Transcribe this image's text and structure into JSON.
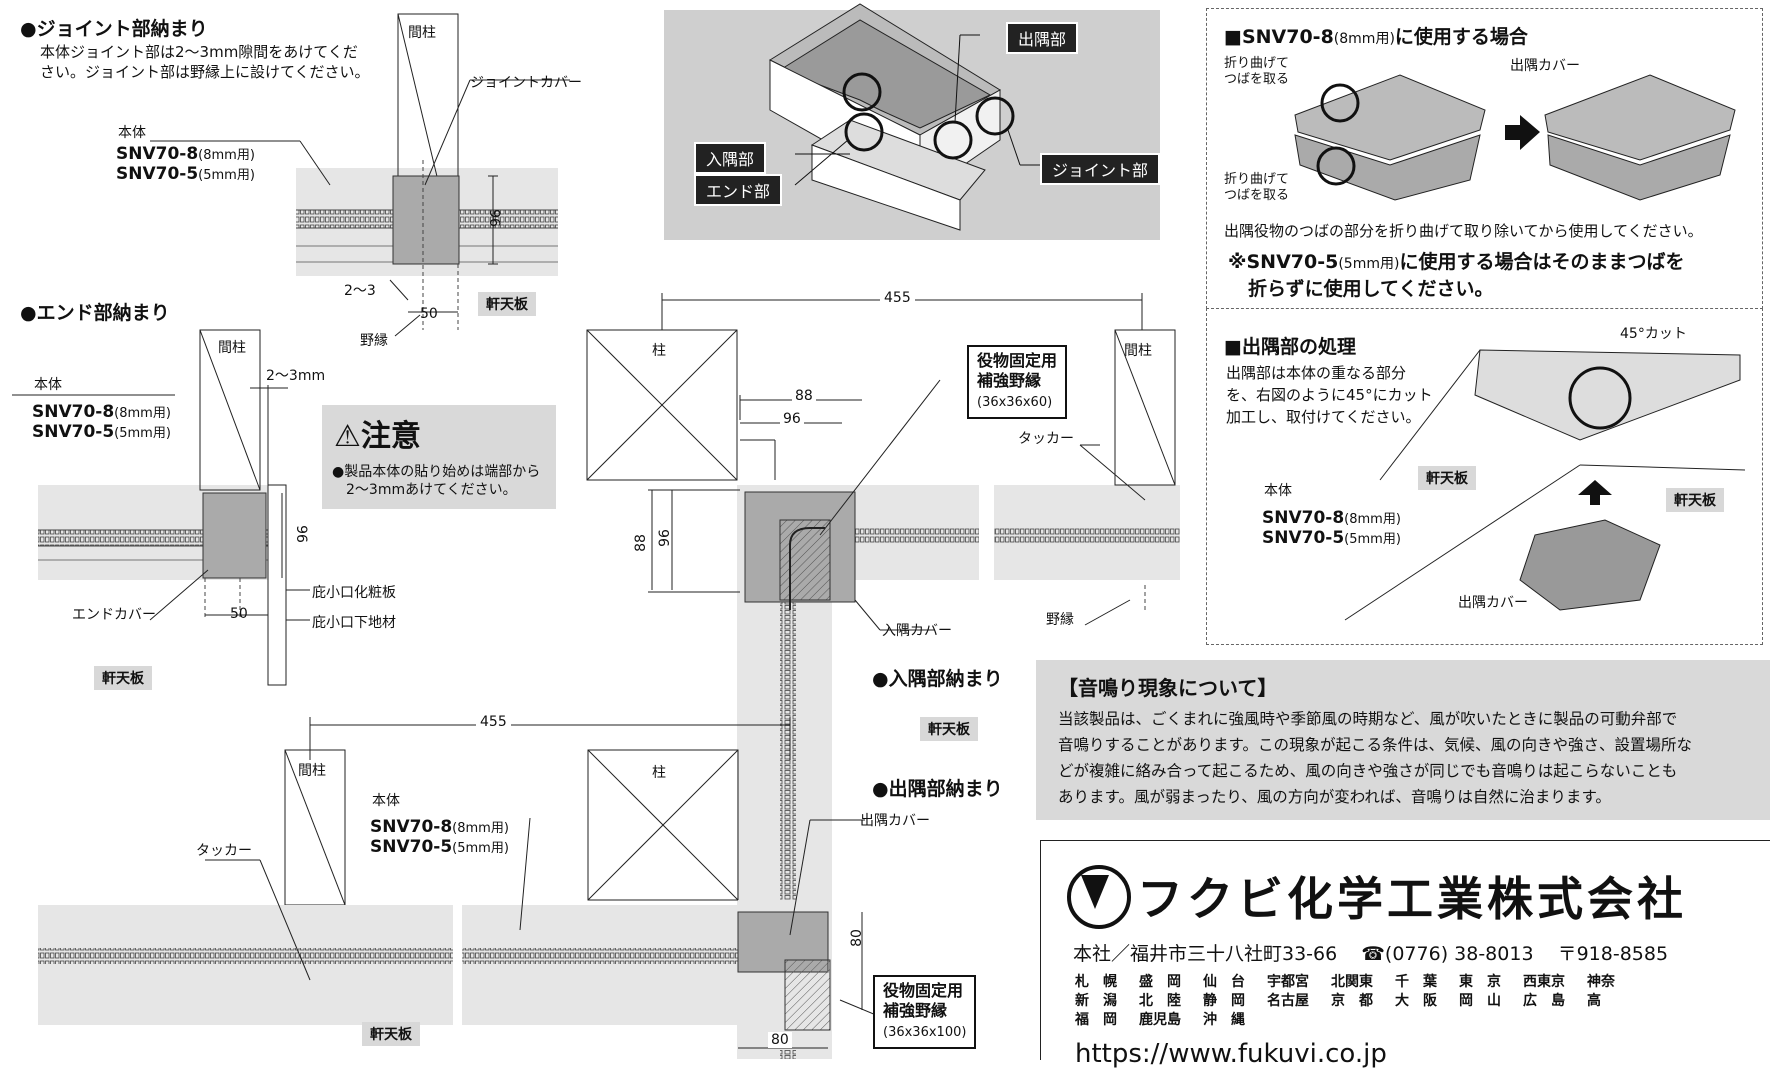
{
  "joint": {
    "title": "●ジョイント部納まり",
    "desc1": "本体ジョイント部は2〜3mm隙間をあけてくだ",
    "desc2": "さい。ジョイント部は野縁上に設けてください。",
    "label_mabashira": "間柱",
    "label_cover": "ジョイントカバー",
    "label_body": "本体",
    "dim_gap": "2〜3",
    "dim_50": "50",
    "dim_96": "96",
    "label_nobuchi": "野縁",
    "label_nokiten": "軒天板"
  },
  "models": {
    "m8": "SNV70-8",
    "m8_note": "(8mm用)",
    "m5": "SNV70-5",
    "m5_note": "(5mm用)"
  },
  "end": {
    "title": "●エンド部納まり",
    "label_mabashira": "間柱",
    "dim_gap": "2〜3mm",
    "label_body": "本体",
    "dim_96": "96",
    "dim_50": "50",
    "label_end_cover": "エンドカバー",
    "label_keshou": "庇小口化粧板",
    "label_shitaji": "庇小口下地材",
    "label_nokiten": "軒天板"
  },
  "caution": {
    "title": "⚠注意",
    "line1": "●製品本体の貼り始めは端部から",
    "line2": "2〜3mmあけてください。"
  },
  "iso": {
    "label_dezumi": "出隅部",
    "label_irizumi": "入隅部",
    "label_end": "エンド部",
    "label_joint": "ジョイント部"
  },
  "irizumi": {
    "dim_455": "455",
    "label_hashira": "柱",
    "dim_88h": "88",
    "dim_96h": "96",
    "dim_88v": "88",
    "dim_96v": "96",
    "box_title1": "役物固定用",
    "box_title2": "補強野縁",
    "box_size": "(36x36x60)",
    "label_mabashira": "間柱",
    "label_tacker": "タッカー",
    "label_nobuchi": "野縁",
    "label_cover": "入隅カバー",
    "title": "●入隅部納まり",
    "label_nokiten": "軒天板"
  },
  "dezumi": {
    "title": "●出隅部納まり",
    "dim_455": "455",
    "label_mabashira": "間柱",
    "label_hashira": "柱",
    "label_tacker": "タッカー",
    "label_body": "本体",
    "label_cover": "出隅カバー",
    "dim_80v": "80",
    "dim_80h": "80",
    "box_title1": "役物固定用",
    "box_title2": "補強野縁",
    "box_size": "(36x36x100)",
    "label_nokiten": "軒天板"
  },
  "panel1": {
    "title_model": "■SNV70-8",
    "title_note": "(8mm用)",
    "title_rest": "に使用する場合",
    "bend1a": "折り曲げて",
    "bend1b": "つばを取る",
    "bend2a": "折り曲げて",
    "bend2b": "つばを取る",
    "label_cover": "出隅カバー",
    "desc": "出隅役物のつばの部分を折り曲げて取り除いてから使用してください。",
    "note_prefix": "※",
    "note_model": "SNV70-5",
    "note_mm": "(5mm用)",
    "note_rest": "に使用する場合はそのままつばを",
    "note_line2": "折らずに使用してください。"
  },
  "panel2": {
    "title": "■出隅部の処理",
    "desc1": "出隅部は本体の重なる部分",
    "desc2": "を、右図のように45°にカット",
    "desc3": "加工し、取付けてください。",
    "label_cut": "45°カット",
    "label_nokiten1": "軒天板",
    "label_nokiten2": "軒天板",
    "label_body": "本体",
    "label_cover": "出隅カバー"
  },
  "noise": {
    "title": "【音鳴り現象について】",
    "line1": "当該製品は、ごくまれに強風時や季節風の時期など、風が吹いたときに製品の可動弁部で",
    "line2": "音鳴りすることがあります。この現象が起こる条件は、気候、風の向きや強さ、設置場所な",
    "line3": "どが複雑に絡み合って起こるため、風の向きや強さが同じでも音鳴りは起こらないことも",
    "line4": "あります。風が弱まったり、風の方向が変われば、音鳴りは自然に治まります。"
  },
  "company": {
    "name": "フクビ化学工業株式会社",
    "address": "本社／福井市三十八社町33-66",
    "tel": "☎(0776) 38-8013",
    "zip": "〒918-8585",
    "branches_row1": [
      "札　幌",
      "盛　岡",
      "仙　台",
      "宇都宮",
      "北関東",
      "千　葉",
      "東　京",
      "西東京",
      "神奈"
    ],
    "branches_row2": [
      "新　潟",
      "北　陸",
      "静　岡",
      "名古屋",
      "京　都",
      "大　阪",
      "岡　山",
      "広　島",
      "高"
    ],
    "branches_row3": [
      "福　岡",
      "鹿児島",
      "沖　縄"
    ],
    "url": "https://www.fukuvi.co.jp"
  }
}
